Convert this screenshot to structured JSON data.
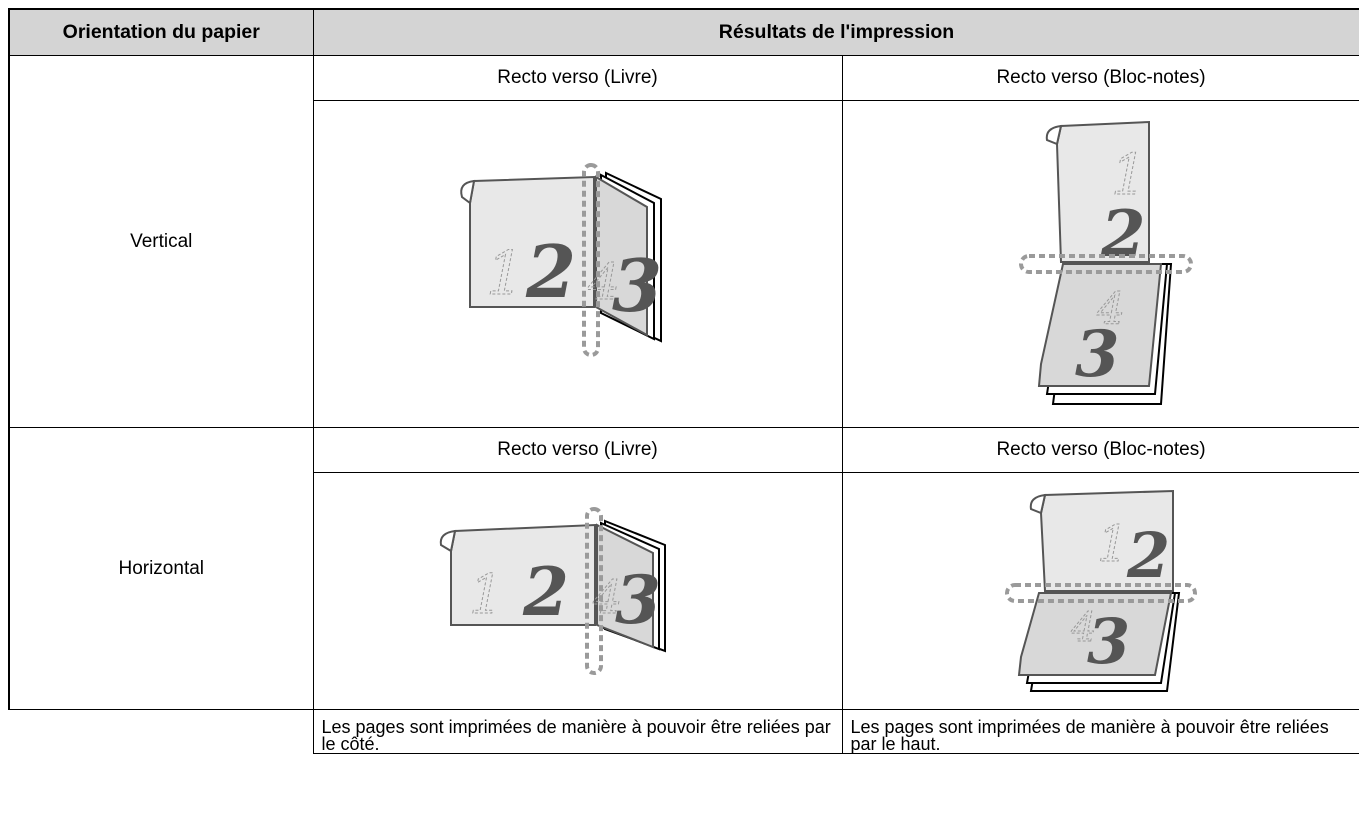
{
  "table": {
    "header": {
      "orientation": "Orientation du papier",
      "results": "Résultats de l'impression"
    },
    "rows": [
      {
        "orientation": "Vertical",
        "book_label": "Recto verso (Livre)",
        "tablet_label": "Recto verso (Bloc-notes)",
        "book_digits": [
          "1",
          "2",
          "4",
          "3"
        ],
        "tablet_digits": [
          "1",
          "2",
          "4",
          "3"
        ]
      },
      {
        "orientation": "Horizontal",
        "book_label": "Recto verso (Livre)",
        "tablet_label": "Recto verso (Bloc-notes)",
        "book_digits": [
          "1",
          "2",
          "4",
          "3"
        ],
        "tablet_digits": [
          "1",
          "2",
          "4",
          "3"
        ]
      }
    ],
    "footer": {
      "book_desc": "Les pages sont imprimées de manière à pouvoir être reliées par le côté.",
      "tablet_desc": "Les pages sont imprimées de manière à pouvoir être reliées par le haut."
    }
  },
  "colors": {
    "header_bg": "#d4d4d4",
    "page_fill": "#e8e8e8",
    "back_page_fill": "#d8d8d8",
    "digit": "#555555",
    "dotted": "#9a9a9a"
  }
}
